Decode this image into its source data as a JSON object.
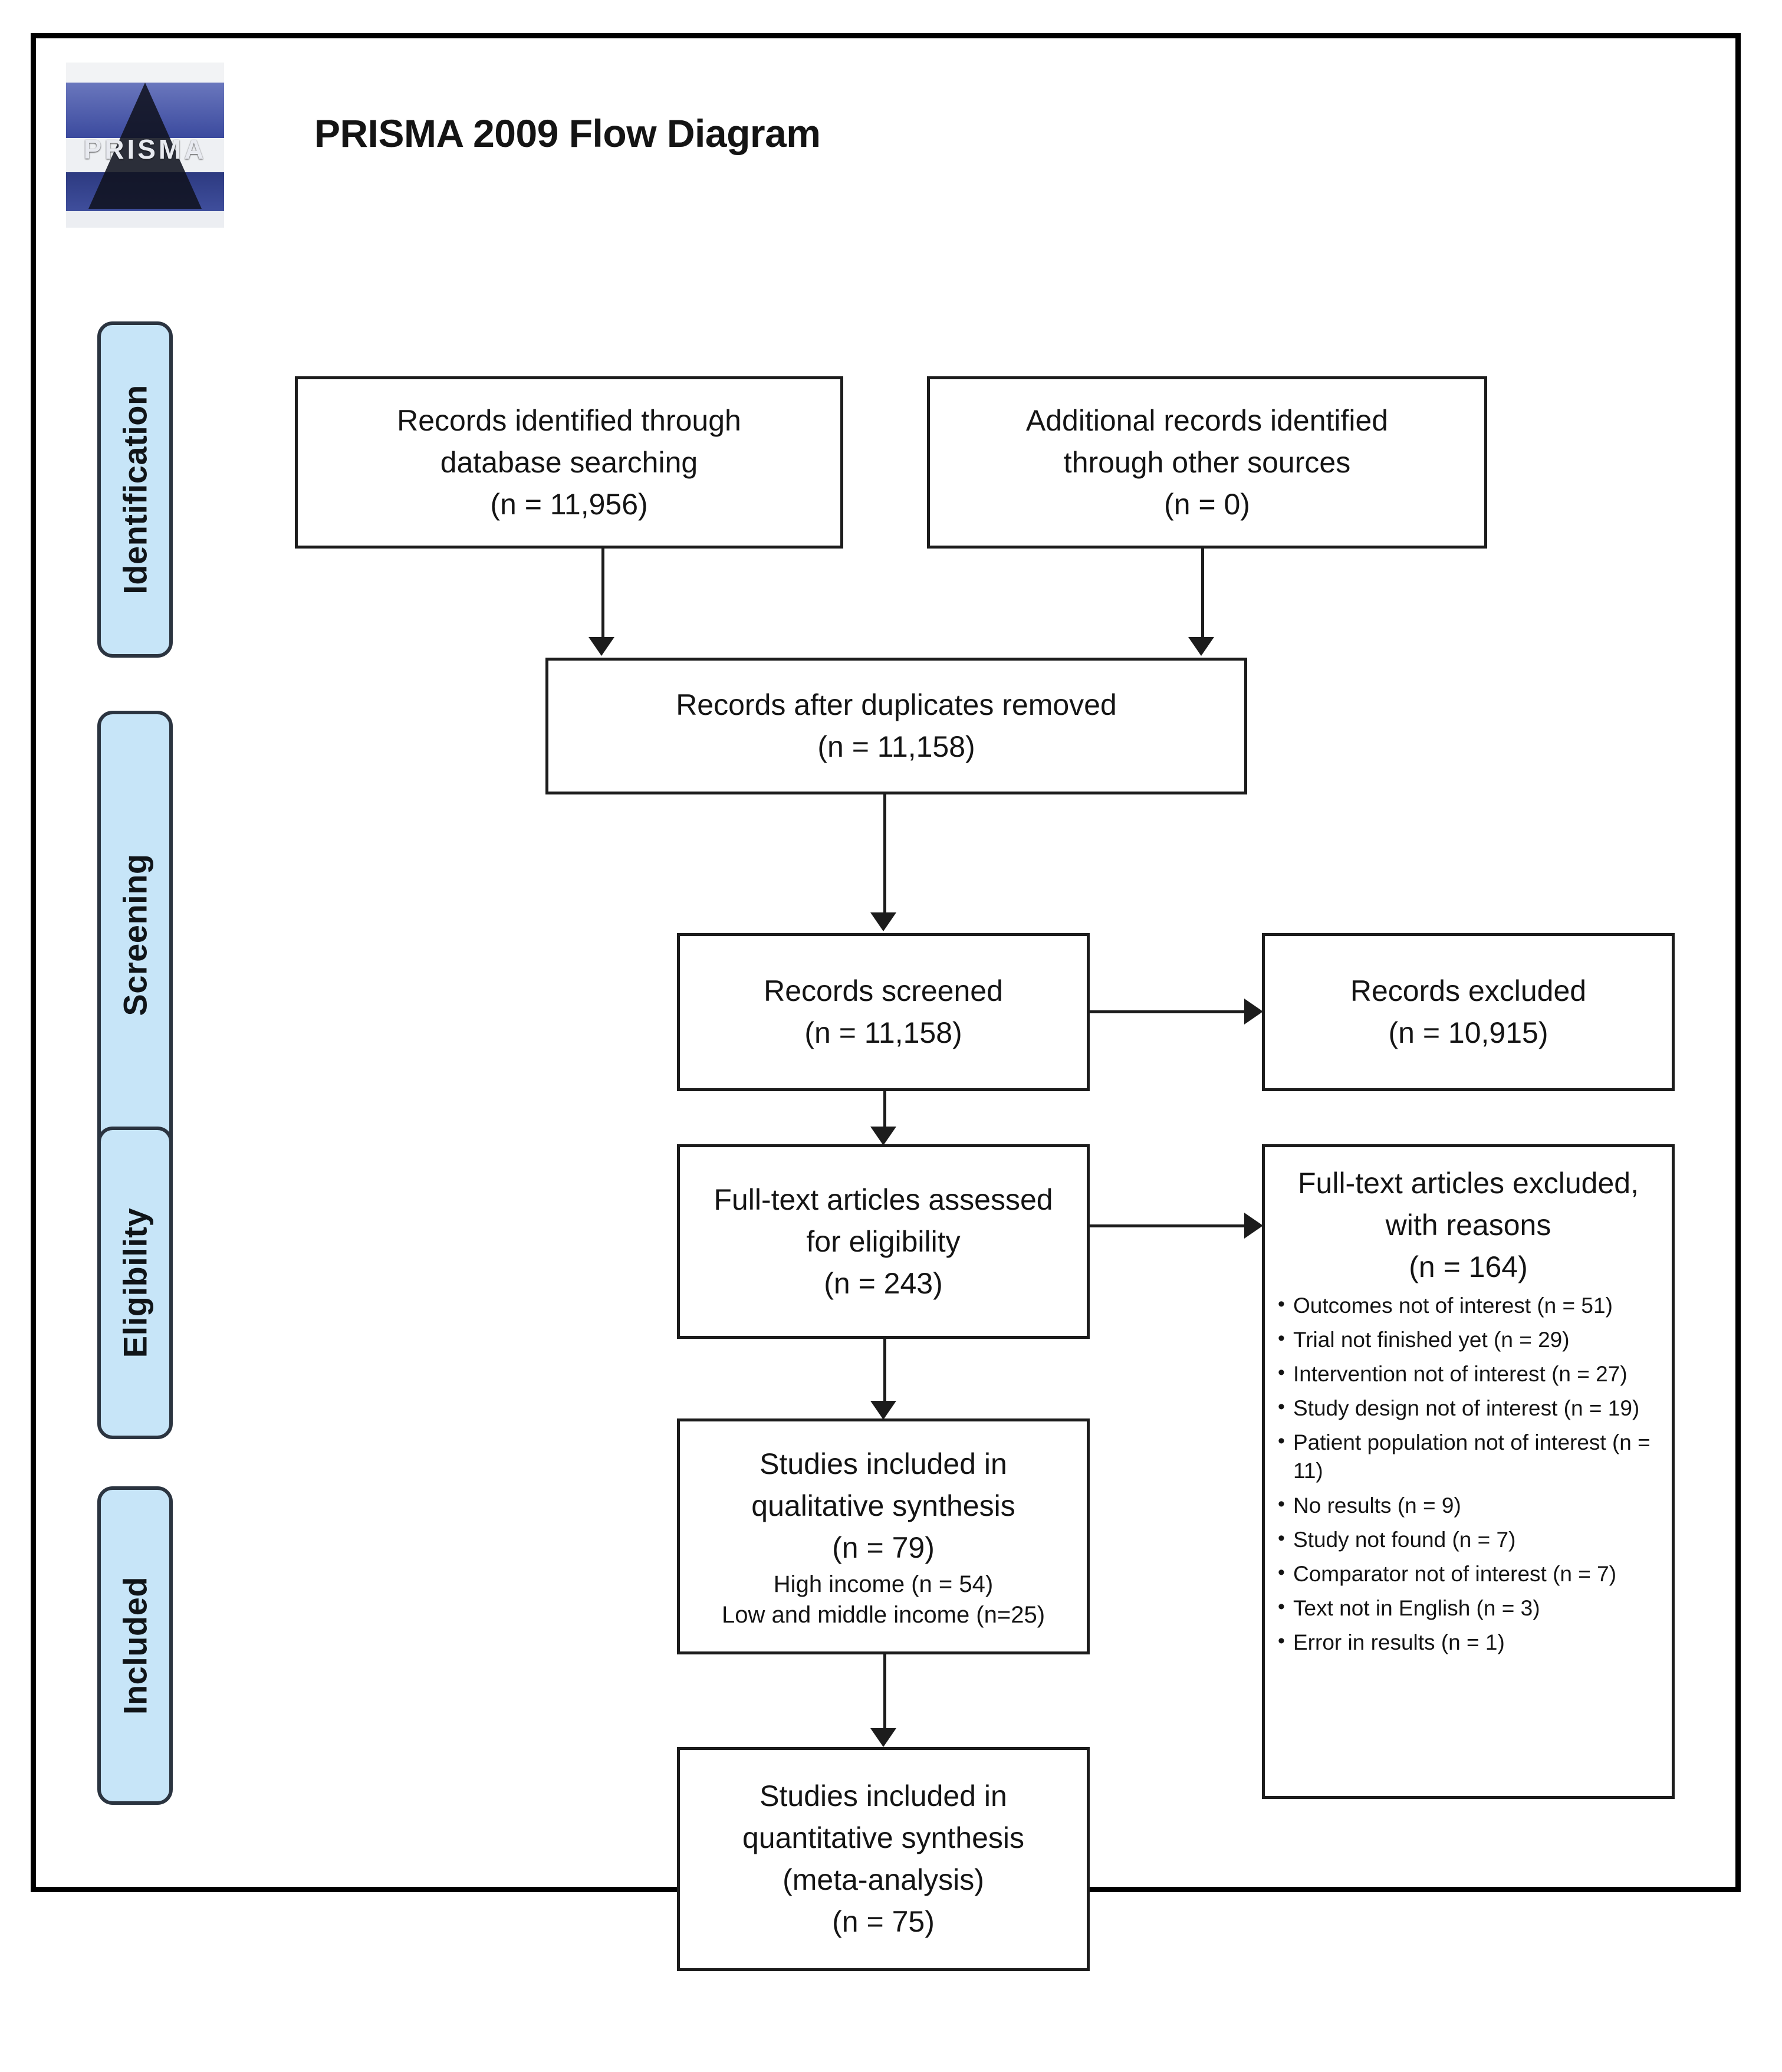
{
  "header": {
    "title": "PRISMA 2009 Flow Diagram",
    "logo_word": "PRISMA"
  },
  "stages": [
    {
      "label": "Identification"
    },
    {
      "label": "Screening"
    },
    {
      "label": "Eligibility"
    },
    {
      "label": "Included"
    }
  ],
  "boxes": {
    "identified_db": {
      "line1": "Records identified through",
      "line2": "database searching",
      "line3": "(n = 11,956)"
    },
    "identified_other": {
      "line1": "Additional records identified",
      "line2": "through other sources",
      "line3": "(n = 0)"
    },
    "after_duplicates": {
      "line1": "Records after duplicates removed",
      "line2": "(n = 11,158)"
    },
    "screened": {
      "line1": "Records screened",
      "line2": "(n = 11,158)"
    },
    "records_excluded": {
      "line1": "Records excluded",
      "line2": "(n = 10,915)"
    },
    "fulltext_assessed": {
      "line1": "Full-text articles assessed",
      "line2": "for eligibility",
      "line3": "(n = 243)"
    },
    "fulltext_excluded": {
      "line1": "Full-text articles excluded,",
      "line2": "with reasons",
      "line3": "(n = 164)",
      "reasons": [
        "Outcomes not of interest (n = 51)",
        "Trial not finished yet (n = 29)",
        "Intervention not of interest (n = 27)",
        "Study design not of interest (n = 19)",
        "Patient population not of interest (n = 11)",
        "No results (n = 9)",
        "Study not found (n = 7)",
        "Comparator not of interest (n = 7)",
        "Text not in English (n = 3)",
        "Error in results (n = 1)"
      ]
    },
    "qualitative": {
      "line1": "Studies included in",
      "line2": "qualitative synthesis",
      "line3": "(n = 79)",
      "sub1": "High income (n = 54)",
      "sub2": "Low and middle income (n=25)"
    },
    "quantitative": {
      "line1": "Studies included in",
      "line2": "quantitative synthesis",
      "line3": "(meta-analysis)",
      "line4": "(n = 75)"
    }
  },
  "colors": {
    "stage_fill": "#c7e5f8",
    "stage_border": "#2b3440",
    "box_border": "#1c1c1c",
    "frame": "#000000"
  }
}
